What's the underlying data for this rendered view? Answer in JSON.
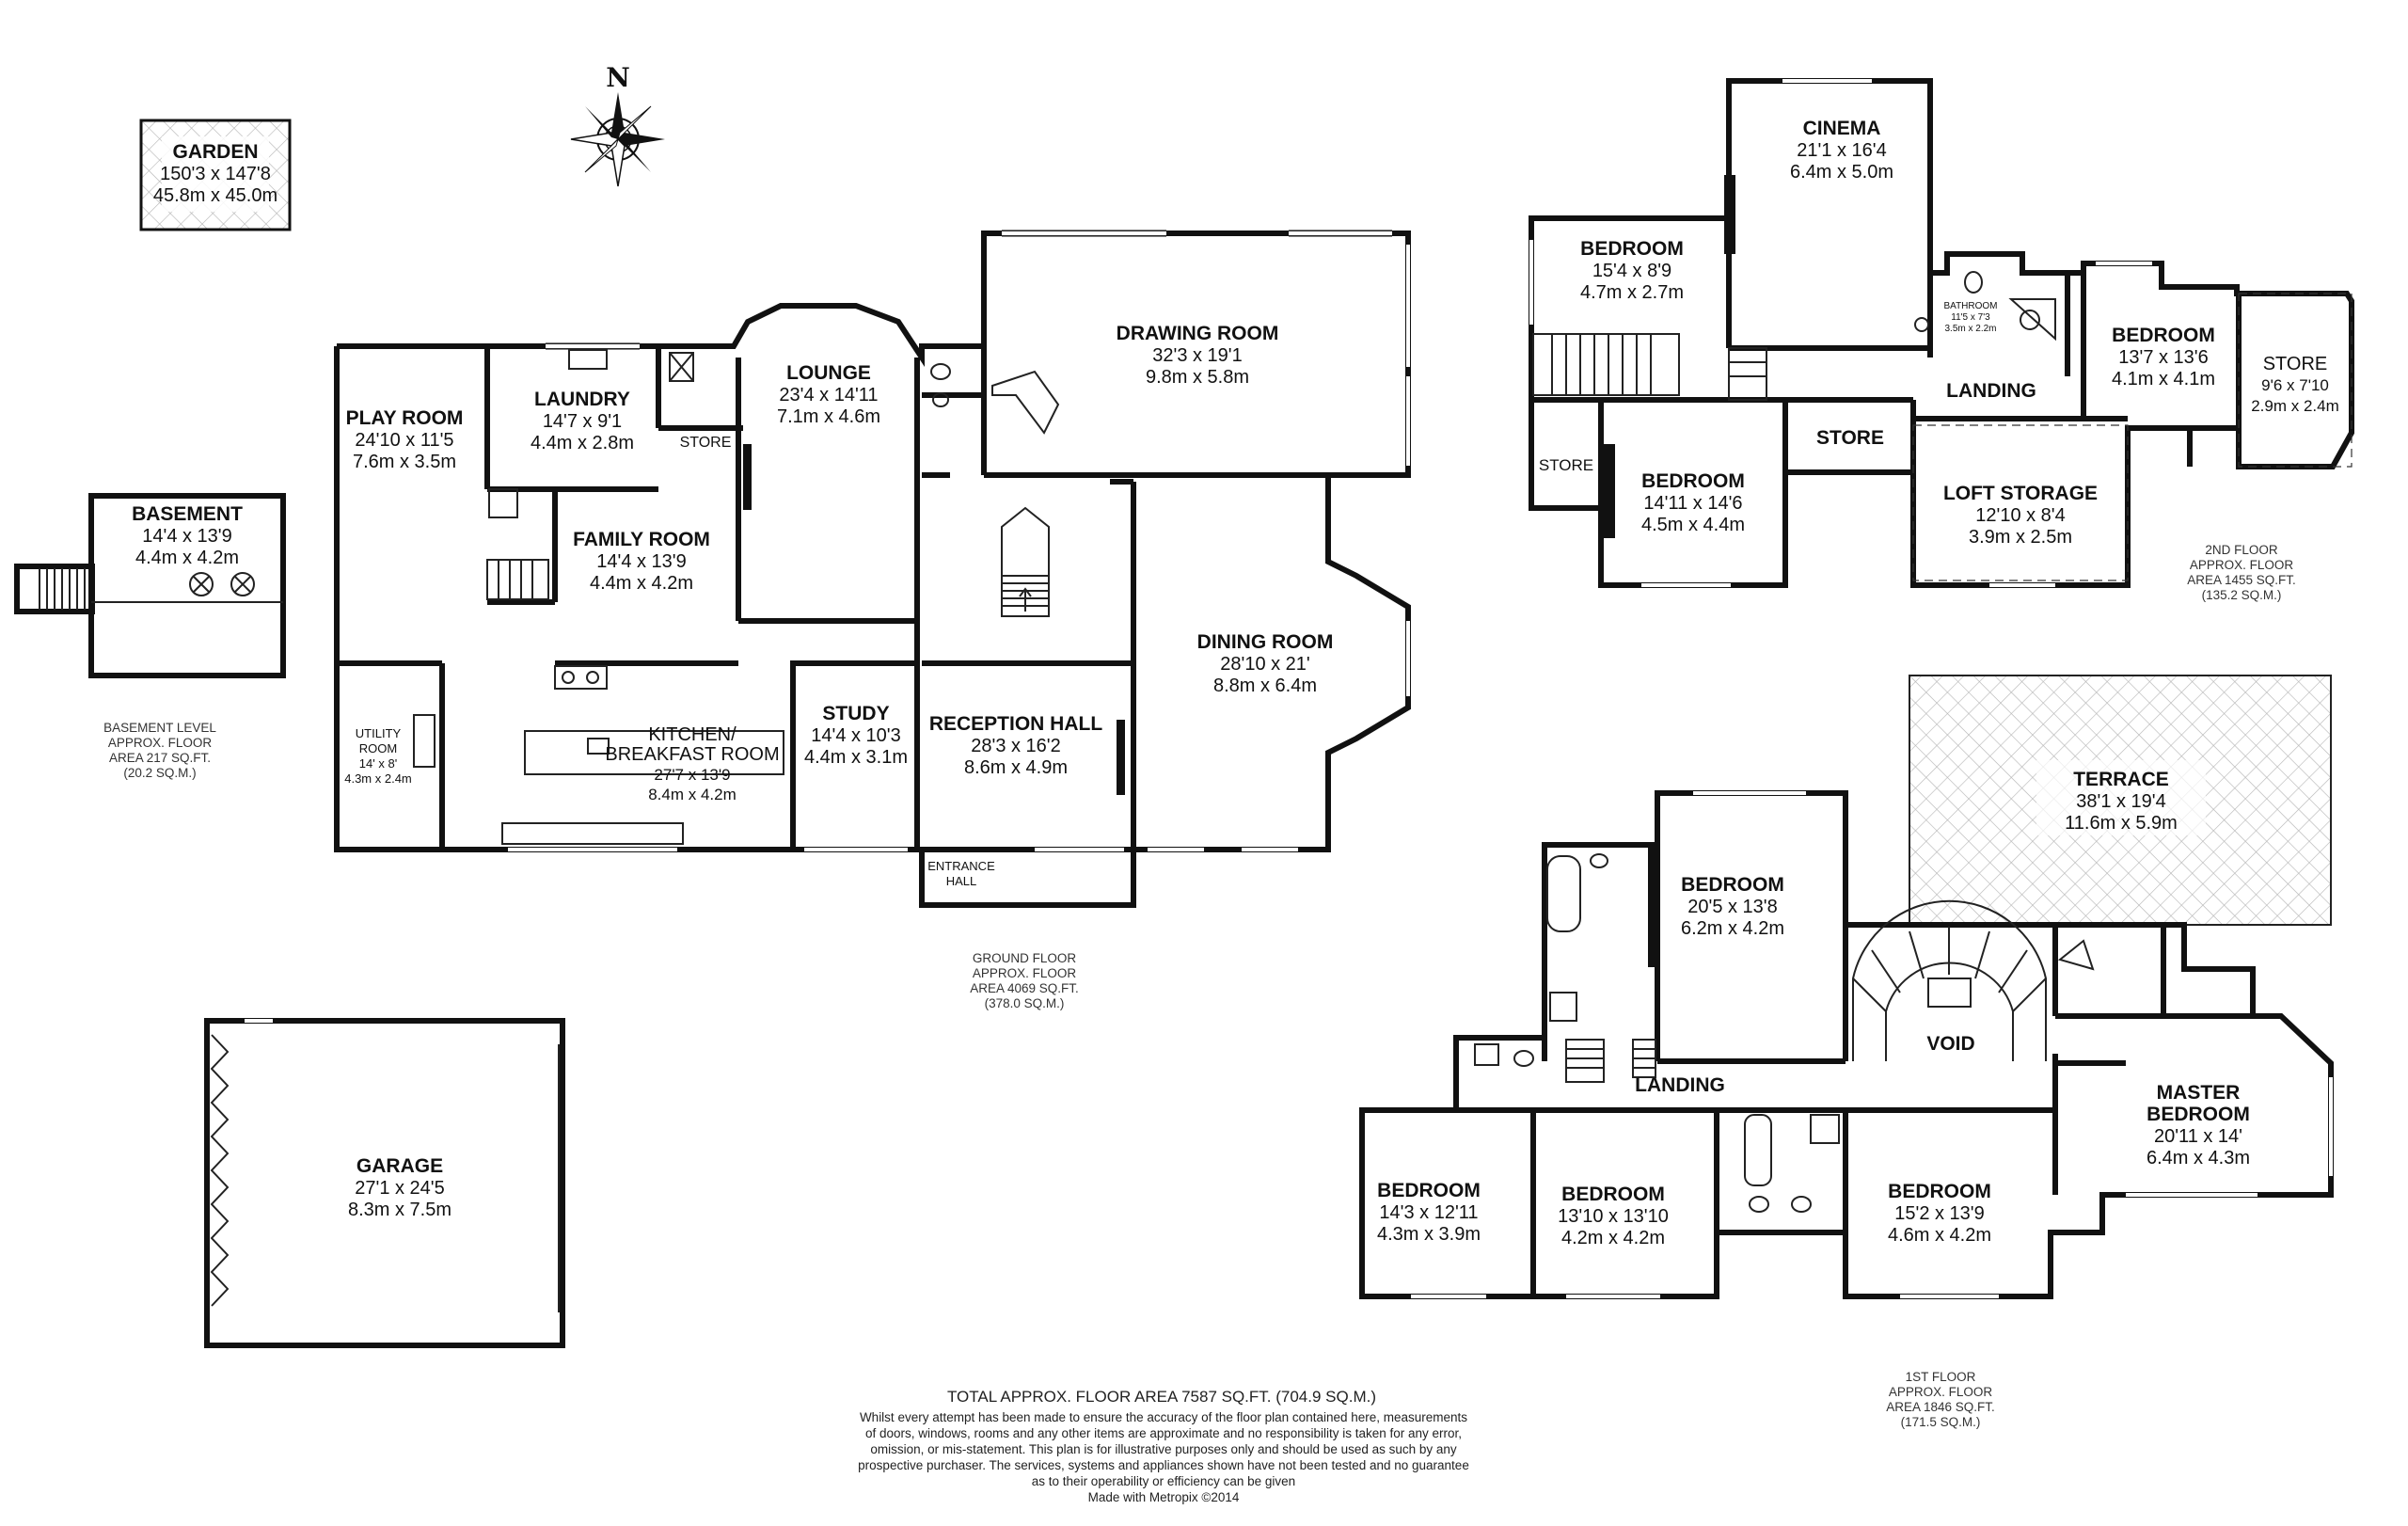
{
  "compass": {
    "north_label": "N",
    "icon": "compass-rose-icon"
  },
  "garden": {
    "name": "GARDEN",
    "imperial": "150'3 x 147'8",
    "metric": "45.8m x 45.0m"
  },
  "basement": {
    "name": "BASEMENT",
    "imperial": "14'4 x 13'9",
    "metric": "4.4m x 4.2m",
    "level_note": [
      "BASEMENT LEVEL",
      "APPROX. FLOOR",
      "AREA 217 SQ.FT.",
      "(20.2 SQ.M.)"
    ]
  },
  "ground_floor": {
    "rooms": {
      "play_room": {
        "name": "PLAY ROOM",
        "imperial": "24'10 x 11'5",
        "metric": "7.6m x 3.5m"
      },
      "laundry": {
        "name": "LAUNDRY",
        "imperial": "14'7 x 9'1",
        "metric": "4.4m x 2.8m"
      },
      "store": {
        "name": "STORE"
      },
      "lounge": {
        "name": "LOUNGE",
        "imperial": "23'4 x 14'11",
        "metric": "7.1m x 4.6m"
      },
      "drawing_room": {
        "name": "DRAWING ROOM",
        "imperial": "32'3 x 19'1",
        "metric": "9.8m x 5.8m"
      },
      "family_room": {
        "name": "FAMILY ROOM",
        "imperial": "14'4 x 13'9",
        "metric": "4.4m x 4.2m"
      },
      "dining_room": {
        "name": "DINING ROOM",
        "imperial": "28'10 x 21'",
        "metric": "8.8m x 6.4m"
      },
      "utility_room": {
        "name_line1": "UTILITY",
        "name_line2": "ROOM",
        "imperial": "14' x 8'",
        "metric": "4.3m x 2.4m"
      },
      "kitchen": {
        "name_line1": "KITCHEN/",
        "name_line2": "BREAKFAST ROOM",
        "imperial": "27'7 x 13'9",
        "metric": "8.4m x 4.2m"
      },
      "study": {
        "name": "STUDY",
        "imperial": "14'4 x 10'3",
        "metric": "4.4m x 3.1m"
      },
      "reception_hall": {
        "name": "RECEPTION HALL",
        "imperial": "28'3 x 16'2",
        "metric": "8.6m x 4.9m"
      },
      "entrance_hall": {
        "name_line1": "ENTRANCE",
        "name_line2": "HALL"
      }
    },
    "level_note": [
      "GROUND FLOOR",
      "APPROX. FLOOR",
      "AREA 4069 SQ.FT.",
      "(378.0 SQ.M.)"
    ]
  },
  "garage": {
    "name": "GARAGE",
    "imperial": "27'1 x 24'5",
    "metric": "8.3m x 7.5m"
  },
  "second_floor": {
    "rooms": {
      "cinema": {
        "name": "CINEMA",
        "imperial": "21'1 x 16'4",
        "metric": "6.4m x 5.0m"
      },
      "bedroom_a": {
        "name": "BEDROOM",
        "imperial": "15'4 x 8'9",
        "metric": "4.7m x 2.7m"
      },
      "bathroom": {
        "name": "BATHROOM",
        "imperial": "11'5 x 7'3",
        "metric": "3.5m x 2.2m"
      },
      "bedroom_b": {
        "name": "BEDROOM",
        "imperial": "13'7 x 13'6",
        "metric": "4.1m x 4.1m"
      },
      "store_a": {
        "name": "STORE",
        "imperial": "9'6 x 7'10",
        "metric": "2.9m x 2.4m"
      },
      "landing": {
        "name": "LANDING"
      },
      "store_b": {
        "name": "STORE"
      },
      "store_c": {
        "name": "STORE"
      },
      "bedroom_c": {
        "name": "BEDROOM",
        "imperial": "14'11 x 14'6",
        "metric": "4.5m x 4.4m"
      },
      "loft_storage": {
        "name": "LOFT STORAGE",
        "imperial": "12'10 x 8'4",
        "metric": "3.9m x 2.5m"
      }
    },
    "level_note": [
      "2ND FLOOR",
      "APPROX. FLOOR",
      "AREA 1455 SQ.FT.",
      "(135.2 SQ.M.)"
    ]
  },
  "first_floor": {
    "rooms": {
      "terrace": {
        "name": "TERRACE",
        "imperial": "38'1 x 19'4",
        "metric": "11.6m x 5.9m"
      },
      "bedroom_a": {
        "name": "BEDROOM",
        "imperial": "20'5 x 13'8",
        "metric": "6.2m x 4.2m"
      },
      "void": {
        "name": "VOID"
      },
      "landing": {
        "name": "LANDING"
      },
      "master_bedroom": {
        "name_line1": "MASTER",
        "name_line2": "BEDROOM",
        "imperial": "20'11 x 14'",
        "metric": "6.4m x 4.3m"
      },
      "bedroom_b": {
        "name": "BEDROOM",
        "imperial": "14'3 x 12'11",
        "metric": "4.3m x 3.9m"
      },
      "bedroom_c": {
        "name": "BEDROOM",
        "imperial": "13'10 x 13'10",
        "metric": "4.2m x 4.2m"
      },
      "bedroom_d": {
        "name": "BEDROOM",
        "imperial": "15'2 x 13'9",
        "metric": "4.6m x 4.2m"
      }
    },
    "level_note": [
      "1ST FLOOR",
      "APPROX. FLOOR",
      "AREA 1846 SQ.FT.",
      "(171.5 SQ.M.)"
    ]
  },
  "footer": {
    "total": "TOTAL APPROX. FLOOR AREA 7587 SQ.FT. (704.9 SQ.M.)",
    "disclaimer": [
      "Whilst every attempt has been made to ensure the accuracy of the floor plan contained here, measurements",
      "of doors, windows, rooms and any other items are approximate and no responsibility is taken for any error,",
      "omission, or mis-statement. This plan is for illustrative purposes only and should be used as such by any",
      "prospective purchaser. The services, systems and appliances shown have not been tested and no guarantee",
      "as to their operability or efficiency can be given",
      "Made with Metropix ©2014"
    ]
  }
}
